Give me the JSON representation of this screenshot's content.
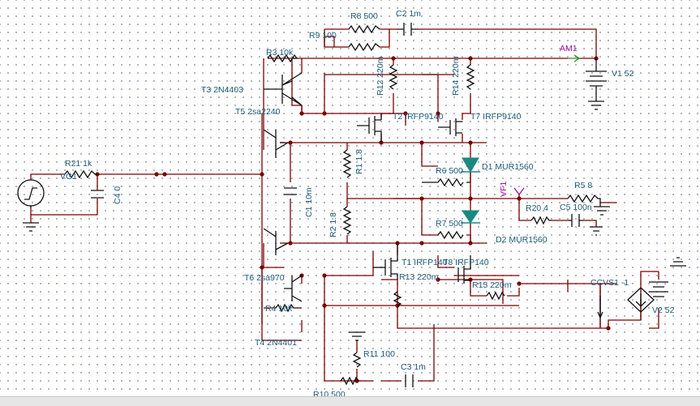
{
  "colors": {
    "wire": "#7a0000",
    "component": "#101010",
    "label": "#1d5a7a",
    "meter_label": "#a010a0",
    "diode": "#1a8a80",
    "grid_dot": "#9aa3b0"
  },
  "components": {
    "r8": "R8 500",
    "c2": "C2 1m",
    "r9": "R9 100",
    "am1": "AM1",
    "v1": "V1 52",
    "r3": "R3 10k",
    "t3": "T3 2N4403",
    "r12": "R12 220m",
    "r14": "R14 220m",
    "t5": "T5 2sa2240",
    "t2": "T2 IRFP9140",
    "t7": "T7 IRFP9140",
    "r1": "R1 1.8",
    "r6": "R6 500",
    "d1": "D1 MUR1560",
    "r21": "R21 1k",
    "vg1": "VG1",
    "c4": "C4 0",
    "c1": "C1 10m",
    "vf1": "VF1",
    "r5": "R5 8",
    "r20": "R20 4",
    "c5": "C5 100n",
    "r2": "R2 1.8",
    "r7": "R7 500",
    "d2": "D2 MUR1560",
    "t1": "T1 IRFP140",
    "t8_mos": "T8 IRFP140",
    "r13": "R13 220m",
    "r15": "R15 220m",
    "t6": "T6 2sa970",
    "ccvs1": "CCVS1 -1",
    "r4": "R4 10k",
    "v2": "V2 52",
    "t4": "T4 2N4401",
    "r11": "R11 100",
    "c3": "C3 1m",
    "r10": "R10 500"
  }
}
